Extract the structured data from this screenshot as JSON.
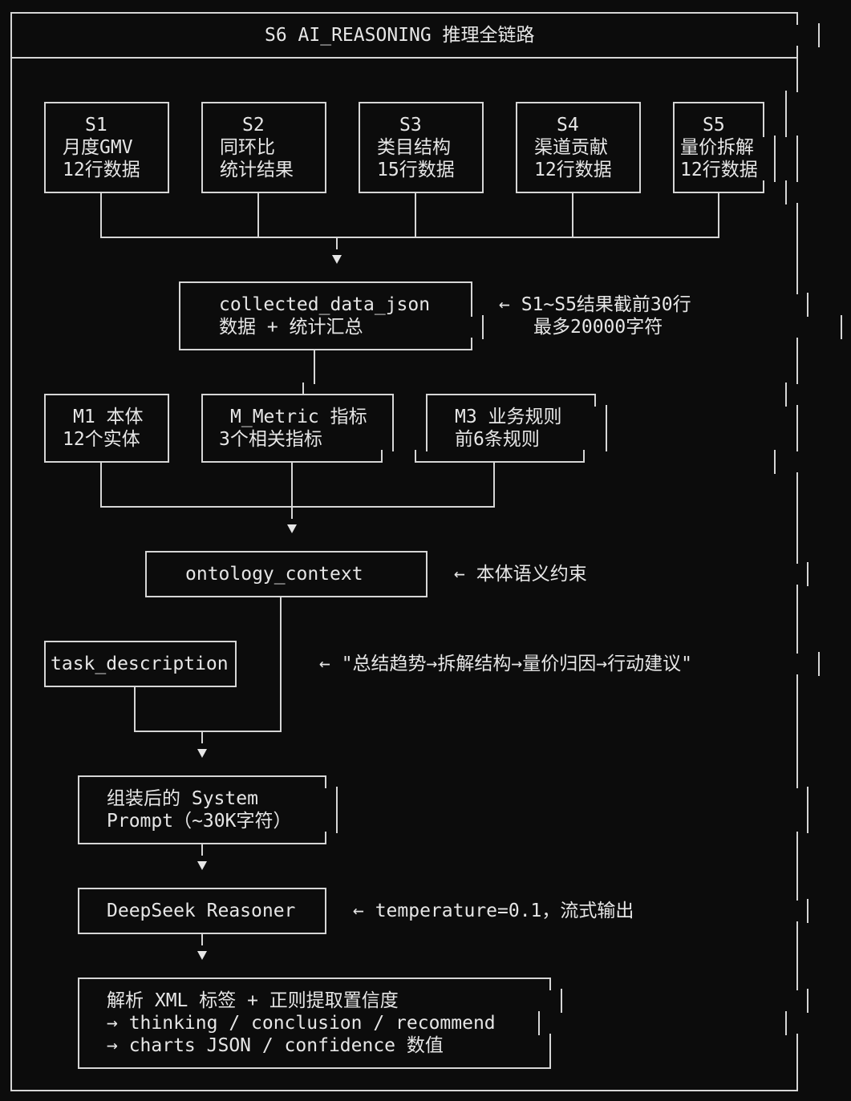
{
  "title": "S6 AI_REASONING 推理全链路",
  "stages": [
    {
      "label": "S1",
      "lines": [
        "月度GMV",
        "12行数据"
      ]
    },
    {
      "label": "S2",
      "lines": [
        "同环比",
        "统计结果"
      ]
    },
    {
      "label": "S3",
      "lines": [
        "类目结构",
        "15行数据"
      ]
    },
    {
      "label": "S4",
      "lines": [
        "渠道贡献",
        "12行数据"
      ]
    },
    {
      "label": "S5",
      "lines": [
        "量价拆解",
        "12行数据"
      ]
    }
  ],
  "collected": {
    "lines": [
      "collected_data_json",
      "数据 + 统计汇总"
    ],
    "note": [
      "← S1~S5结果截前30行",
      "最多20000字符"
    ]
  },
  "models": [
    {
      "lines": [
        "M1 本体",
        "12个实体"
      ]
    },
    {
      "lines": [
        "M_Metric 指标",
        "3个相关指标"
      ]
    },
    {
      "lines": [
        "M3 业务规则",
        "前6条规则"
      ]
    }
  ],
  "ontology": {
    "label": "ontology_context",
    "note": "← 本体语义约束"
  },
  "task": {
    "label": "task_description",
    "note": "← \"总结趋势→拆解结构→量价归因→行动建议\""
  },
  "prompt": {
    "lines": [
      "组装后的 System",
      "Prompt（~30K字符）"
    ]
  },
  "reasoner": {
    "label": "DeepSeek Reasoner",
    "note": "← temperature=0.1，流式输出"
  },
  "parser": {
    "lines": [
      "解析 XML 标签 + 正则提取置信度",
      "→ thinking / conclusion / recommend",
      "→ charts JSON / confidence 数值"
    ]
  },
  "colors": {
    "background": "#0c0c0c",
    "foreground": "#e6e6e6",
    "line": "#d6d6d6"
  }
}
